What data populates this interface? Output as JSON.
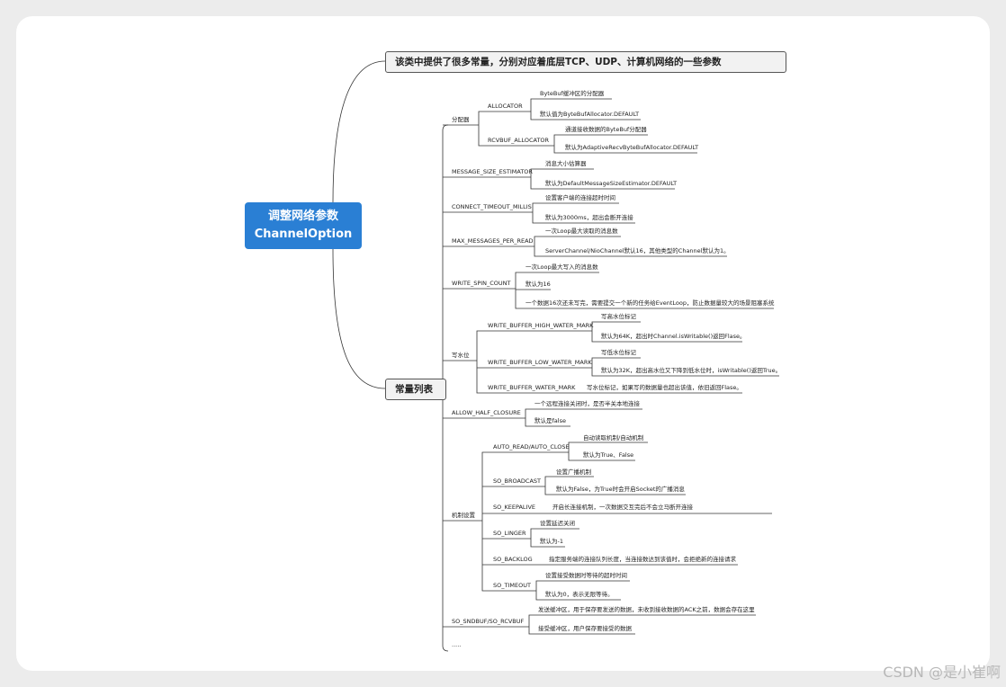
{
  "root": {
    "line1": "调整网络参数",
    "line2": "ChannelOption"
  },
  "desc_node": "该类中提供了很多常量，分别对应着底层TCP、UDP、计算机网络的一些参数",
  "list_node": "常量列表",
  "watermark": "CSDN @是小崔啊",
  "labels": {
    "alloc": "分配器",
    "allocator": "ALLOCATOR",
    "allocator_d1": "ByteBuf缓冲区的分配器",
    "allocator_d2": "默认值为ByteBufAllocator.DEFAULT",
    "rcvbuf": "RCVBUF_ALLOCATOR",
    "rcvbuf_d1": "通道接收数据的ByteBuf分配器",
    "rcvbuf_d2": "默认为AdaptiveRecvByteBufAllocator.DEFAULT",
    "mse": "MESSAGE_SIZE_ESTIMATOR",
    "mse_d1": "消息大小估算器",
    "mse_d2": "默认为DefaultMessageSizeEstimator.DEFAULT",
    "cto": "CONNECT_TIMEOUT_MILLIS",
    "cto_d1": "设置客户端的连接超时时间",
    "cto_d2": "默认为3000ms，超出会断开连接",
    "mmpr": "MAX_MESSAGES_PER_READ",
    "mmpr_d1": "一次Loop最大读取的消息数",
    "mmpr_d2": "ServerChannel/NioChannel默认16，其他类型的Channel默认为1。",
    "wsc": "WRITE_SPIN_COUNT",
    "wsc_d1": "一次Loop最大写入的消息数",
    "wsc_d2": "默认为16",
    "wsc_d3": "一个数据16次还未写完，需要提交一个新的任务给EventLoop，防止数据量较大的场景阻塞系统",
    "wl": "写水位",
    "high": "WRITE_BUFFER_HIGH_WATER_MARK",
    "high_d1": "写高水位标记",
    "high_d2": "默认为64K，超出时Channel.isWritable()返回Flase。",
    "low": "WRITE_BUFFER_LOW_WATER_MARK",
    "low_d1": "写低水位标记",
    "low_d2": "默认为32K，超出高水位又下降到低水位时，isWritable()返回True。",
    "wbwm": "WRITE_BUFFER_WATER_MARK",
    "wbwm_d": "写水位标记，如果写的数据量也超出该值，依旧返回Flase。",
    "ahc": "ALLOW_HALF_CLOSURE",
    "ahc_d1": "一个远程连接关闭时，是否半关本地连接",
    "ahc_d2": "默认是false",
    "mech": "机制设置",
    "ar": "AUTO_READ/AUTO_CLOSE",
    "ar_d1": "自动读取机制/自动机制",
    "ar_d2": "默认为True、False",
    "bc": "SO_BROADCAST",
    "bc_d1": "设置广播机制",
    "bc_d2": "默认为False，为True时会开启Socket的广播消息",
    "ka": "SO_KEEPALIVE",
    "ka_d": "开启长连接机制，一次数据交互完后不会立马断开连接",
    "lg": "SO_LINGER",
    "lg_d1": "设置延迟关闭",
    "lg_d2": "默认为-1",
    "bl": "SO_BACKLOG",
    "bl_d": "指定服务端的连接队列长度，当连接数达到该值时，会拒绝新的连接请求",
    "to": "SO_TIMEOUT",
    "to_d1": "设置接受数据时等待的超时时间",
    "to_d2": "默认为0，表示无限等待。",
    "snd": "SO_SNDBUF/SO_RCVBUF",
    "snd_d1": "发送缓冲区，用于保存要发送的数据，未收到接收数据的ACK之前，数据会存在这里",
    "snd_d2": "接受缓冲区，用户保存要接受的数据",
    "more": "....."
  },
  "colors": {
    "root": "#2a7fd4",
    "line": "#333333",
    "background": "#ececec"
  }
}
